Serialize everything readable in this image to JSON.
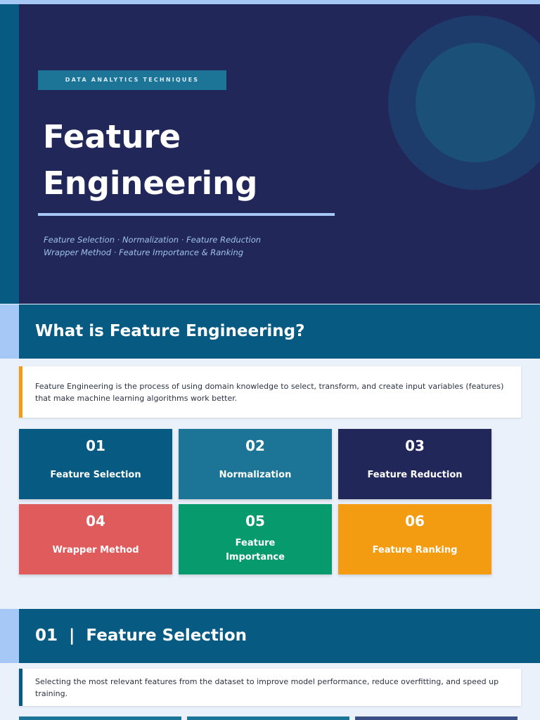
{
  "hero": {
    "tag": "DATA ANALYTICS TECHNIQUES",
    "title_line1": "Feature",
    "title_line2": "Engineering",
    "subtitle_line1": "Feature Selection · Normalization · Feature Reduction",
    "subtitle_line2": "Wrapper Method · Feature Importance & Ranking"
  },
  "section_intro": {
    "title": "What is Feature Engineering?",
    "description": "Feature Engineering is the process of using domain knowledge to select, transform, and create input variables (features) that make machine learning algorithms work better."
  },
  "topics": [
    {
      "num": "01",
      "label": "Feature Selection",
      "color": "#075a82"
    },
    {
      "num": "02",
      "label": "Normalization",
      "color": "#1c7597"
    },
    {
      "num": "03",
      "label": "Feature Reduction",
      "color": "#222759"
    },
    {
      "num": "04",
      "label": "Wrapper Method",
      "color": "#e05b5b"
    },
    {
      "num": "05",
      "label": "Feature Importance",
      "color": "#079a6c"
    },
    {
      "num": "06",
      "label": "Feature Ranking",
      "color": "#f39c12"
    }
  ],
  "section_selection": {
    "title": "01  |  Feature Selection",
    "description": "Selecting the most relevant features from the dataset to improve model performance, reduce overfitting, and speed up training."
  },
  "colors": {
    "navy": "#222759",
    "teal_dark": "#075a82",
    "teal": "#1c7597",
    "light_blue": "#a5c8f7",
    "amber": "#f39c12",
    "page_bg": "#eaf1fb"
  }
}
